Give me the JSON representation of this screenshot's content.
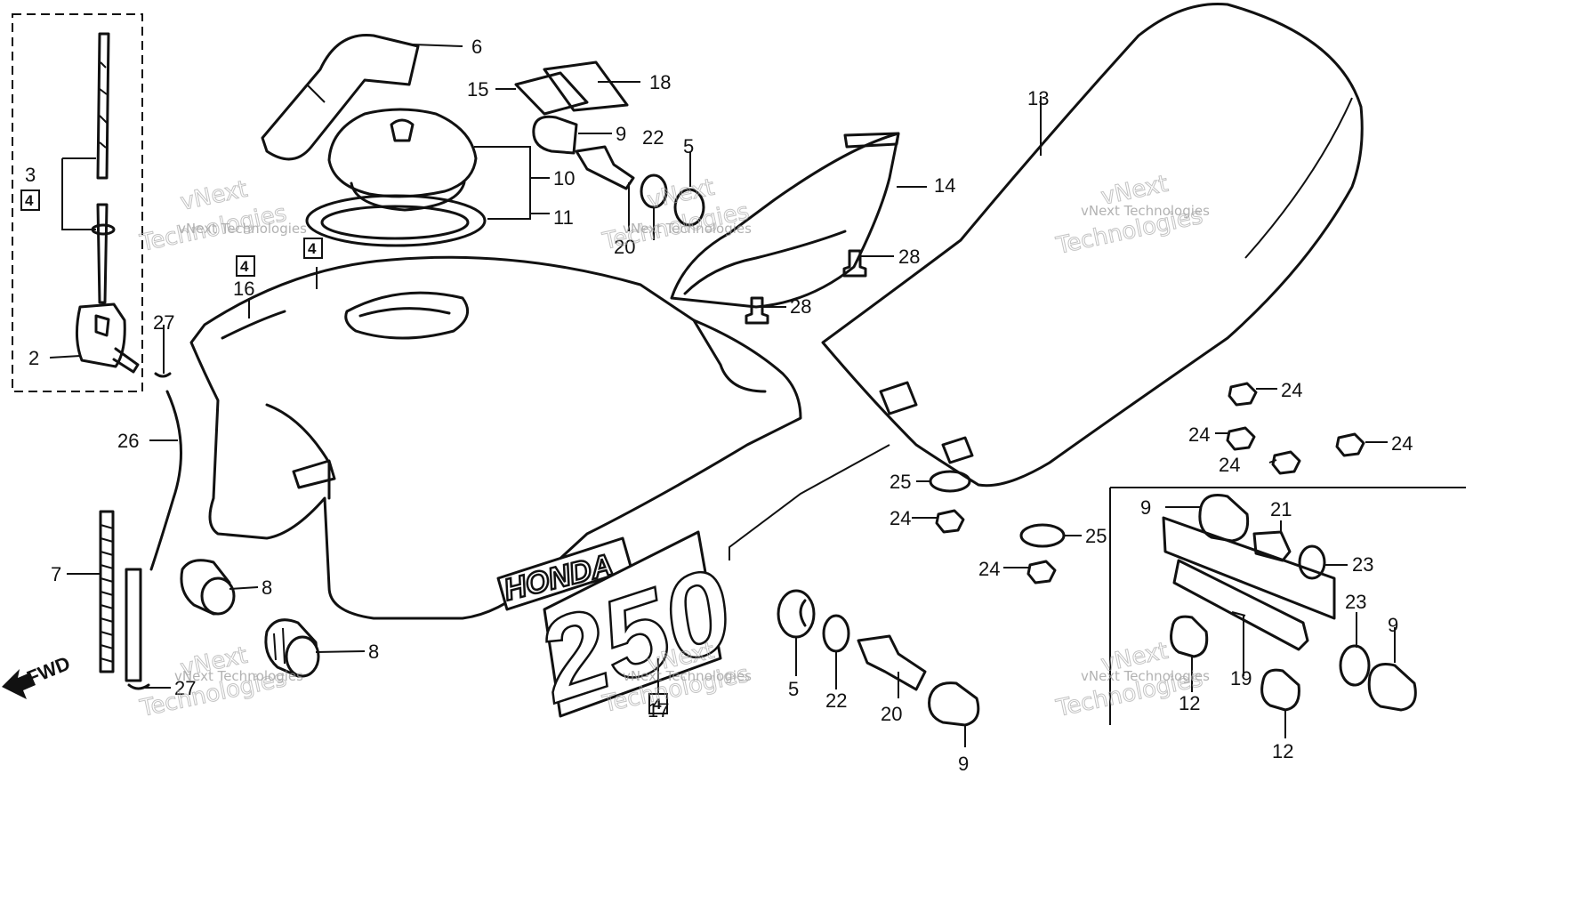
{
  "labels": {
    "l2": "2",
    "l3": "3",
    "l5a": "5",
    "l5b": "5",
    "l6": "6",
    "l7": "7",
    "l8a": "8",
    "l8b": "8",
    "l9a": "9",
    "l9b": "9",
    "l9c": "9",
    "l9d": "9",
    "l10": "10",
    "l11": "11",
    "l12a": "12",
    "l12b": "12",
    "l13": "13",
    "l14": "14",
    "l15": "15",
    "l16": "16",
    "l17": "17",
    "l18": "18",
    "l19": "19",
    "l20a": "20",
    "l20b": "20",
    "l21": "21",
    "l22a": "22",
    "l22b": "22",
    "l23a": "23",
    "l23b": "23",
    "l24a": "24",
    "l24b": "24",
    "l24c": "24",
    "l24d": "24",
    "l24e": "24",
    "l24f": "24",
    "l25a": "25",
    "l25b": "25",
    "l26": "26",
    "l27a": "27",
    "l27b": "27",
    "l28a": "28",
    "l28b": "28"
  },
  "box_labels": {
    "b3": "4",
    "b16a": "4",
    "b16b": "4",
    "b17": "4"
  },
  "decals": {
    "brand": "HONDA",
    "model": "250"
  },
  "direction": {
    "fwd": "FWD"
  },
  "watermark": {
    "line1": "vNext Technologies",
    "line2": "Technologies",
    "line3": "vNext"
  }
}
